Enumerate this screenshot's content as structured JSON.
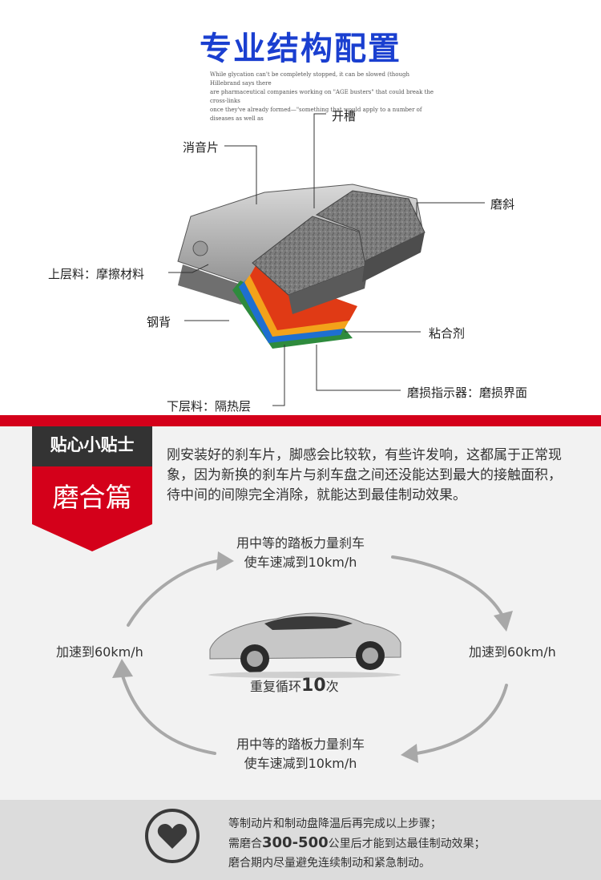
{
  "header": {
    "title": "专业结构配置",
    "blurb": [
      "While glycation can't be completely stopped, it can be slowed (though Hillebrand says there",
      "are pharmaceutical companies working on \"AGE busters\" that could break the cross-links",
      "once they've already formed—\"something that would apply to a number of diseases as well as"
    ]
  },
  "diagram": {
    "labels": {
      "slot": "开槽",
      "shim": "消音片",
      "chamfer": "磨斜",
      "upper": "上层料：摩擦材料",
      "backing": "钢背",
      "adhesive": "粘合剂",
      "indicator": "磨损指示器：磨损界面",
      "lower": "下层料：隔热层"
    }
  },
  "tips": {
    "badge": "贴心小贴士",
    "section": "磨合篇",
    "paragraph": "刚安装好的刹车片，脚感会比较软，有些许发响，这都属于正常现象，因为新换的刹车片与刹车盘之间还没能达到最大的接触面积，待中间的间隙完全消除，就能达到最佳制动效果。"
  },
  "cycle": {
    "top_line1": "用中等的踏板力量刹车",
    "top_line2": "使车速减到10km/h",
    "bottom_line1": "用中等的踏板力量刹车",
    "bottom_line2": "使车速减到10km/h",
    "left": "加速到60km/h",
    "right": "加速到60km/h",
    "repeat_prefix": "重复循环",
    "repeat_count": "10",
    "repeat_suffix": "次"
  },
  "notes": {
    "line1": "等制动片和制动盘降温后再完成以上步骤；",
    "line2_prefix": "需磨合",
    "line2_range": "300-500",
    "line2_suffix": "公里后才能到达最佳制动效果；",
    "line3": "磨合期内尽量避免连续制动和紧急制动。",
    "icon": "heart-icon"
  },
  "colors": {
    "accent": "#d4001a",
    "title": "#1a3fd0",
    "dark": "#333333",
    "grey": "#f2f2f2"
  }
}
